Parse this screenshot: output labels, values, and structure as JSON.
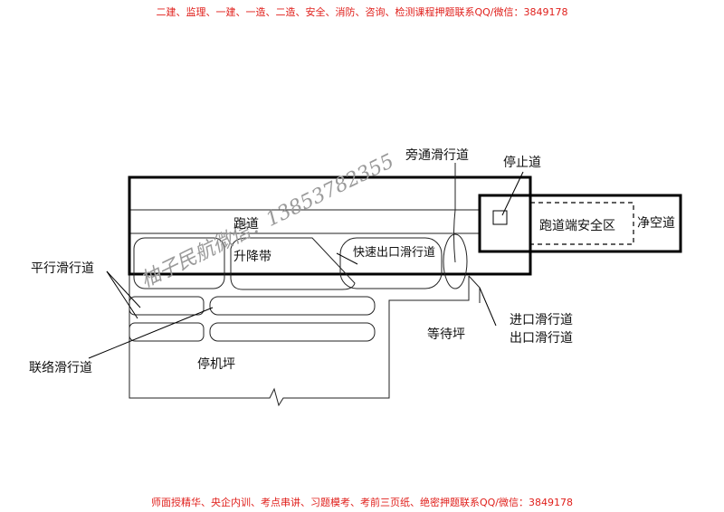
{
  "header": {
    "text": "二建、监理、一建、一造、二造、安全、消防、咨询、检测课程押题联系QQ/微信：3849178"
  },
  "footer": {
    "text": "师面授精华、央企内训、考点串讲、习题模考、考前三页纸、绝密押题联系QQ/微信：3849178"
  },
  "watermark": {
    "text": "柚子民航微信：13853782355"
  },
  "labels": {
    "bypass_taxiway": "旁通滑行道",
    "stopway": "停止道",
    "runway": "跑道",
    "runway_strip": "升降带",
    "rapid_exit_taxiway": "快速出口滑行道",
    "resa": "跑道端安全区",
    "clearway": "净空道",
    "parallel_taxiway": "平行滑行道",
    "holding_bay": "等待坪",
    "entrance_taxiway": "进口滑行道",
    "exit_taxiway": "出口滑行道",
    "link_taxiway": "联络滑行道",
    "apron": "停机坪"
  }
}
